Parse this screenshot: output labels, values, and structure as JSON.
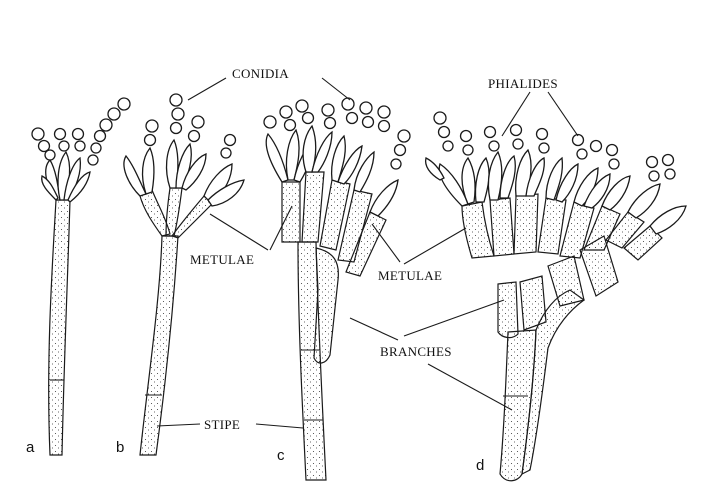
{
  "labels": {
    "conidia": "CONIDIA",
    "phialides": "PHIALIDES",
    "metulae_left": "METULAE",
    "metulae_right": "METULAE",
    "branches": "BRANCHES",
    "stipe": "STIPE"
  },
  "panels": {
    "a": "a",
    "b": "b",
    "c": "c",
    "d": "d"
  }
}
